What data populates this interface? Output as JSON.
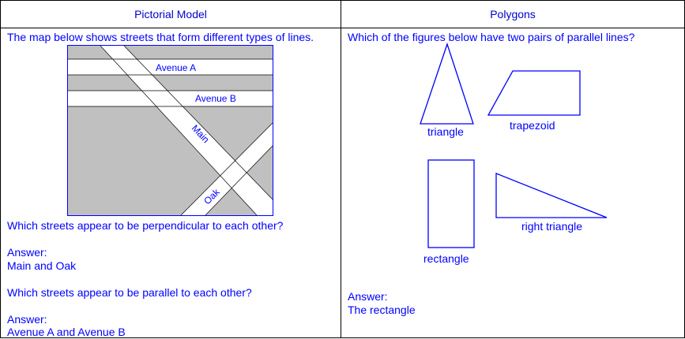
{
  "left": {
    "header": "Pictorial Model",
    "intro": "The map below shows streets that form different types of lines.",
    "map": {
      "street_a": "Avenue A",
      "street_b": "Avenue B",
      "street_main": "Main",
      "street_oak": "Oak",
      "land_color": "#c0c0c0",
      "road_color": "#ffffff",
      "border_color": "#0000ff"
    },
    "question1": "Which streets appear to be perpendicular to each other?",
    "answer1_label": "Answer:",
    "answer1": "Main and Oak",
    "question2": "Which streets appear to be parallel to each other?",
    "answer2_label": "Answer:",
    "answer2": "Avenue A and Avenue B"
  },
  "right": {
    "header": "Polygons",
    "question": "Which of the figures below have two pairs of parallel lines?",
    "shapes": {
      "triangle": "triangle",
      "trapezoid": "trapezoid",
      "rectangle": "rectangle",
      "right_triangle": "right triangle",
      "stroke_color": "#0000ff"
    },
    "answer_label": "Answer:",
    "answer": "The rectangle"
  }
}
